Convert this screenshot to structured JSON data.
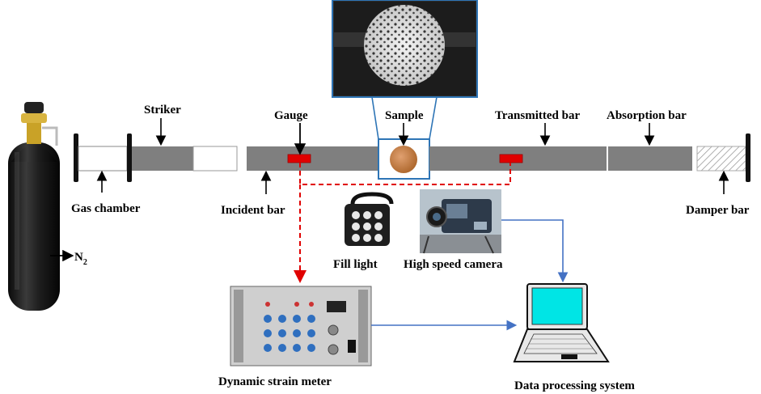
{
  "labels": {
    "striker": "Striker",
    "gauge": "Gauge",
    "sample": "Sample",
    "transmitted_bar": "Transmitted bar",
    "absorption_bar": "Absorption bar",
    "gas_chamber": "Gas chamber",
    "incident_bar": "Incident bar",
    "damper_bar": "Damper bar",
    "n2_main": "N",
    "n2_sub": "2",
    "fill_light": "Fill light",
    "high_speed_camera": "High speed camera",
    "dynamic_strain_meter": "Dynamic strain meter",
    "data_processing_system": "Data processing system"
  },
  "colors": {
    "bar": "#7f7f7f",
    "gauge": "#e00000",
    "signal_line": "#e00000",
    "data_line": "#4472c4",
    "zoom_frame": "#2e75b6",
    "sample": "#c8824a",
    "screen": "#00e5e5",
    "cylinder": "#1b1b1b",
    "valve": "#c9a227"
  },
  "icons": {
    "cylinder": "gas-cylinder-icon",
    "light": "fill-light-icon",
    "camera": "high-speed-camera-icon",
    "meter": "strain-meter-icon",
    "laptop": "laptop-icon",
    "micro": "sample-micrograph-icon"
  }
}
